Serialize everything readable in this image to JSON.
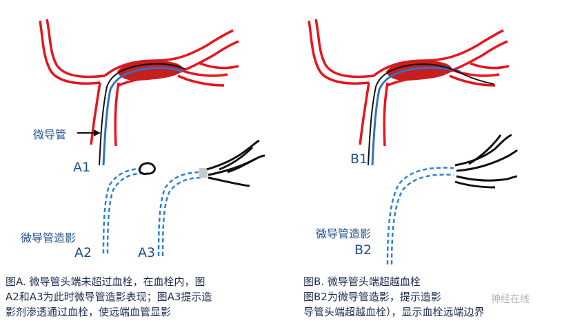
{
  "panel_a": {
    "catheter_label": "微导管",
    "a1": "A1",
    "angio_label": "微导管造影",
    "a2": "A2",
    "a3": "A3",
    "caption": [
      "图A. 微导管头端未超过血栓，在血栓内，图",
      "A2和A3为此时微导管造影表现；图A3提示造",
      "影剂渗透通过血栓，使远端血管显影"
    ]
  },
  "panel_b": {
    "b1": "B1",
    "angio_label": "微导管造影",
    "b2": "B2",
    "caption": [
      "图B. 微导管头端超越血栓",
      "图B2为微导管造影，提示造影",
      "导管头端超越血栓），显示血栓远端边界"
    ]
  },
  "watermark": "神经在线",
  "colors": {
    "vessel": "#e8141c",
    "thrombus": "#c81e1e",
    "catheter_blue": "#2f72c4",
    "dash_blue": "#2a7fd6",
    "label": "#1f4e8c"
  }
}
